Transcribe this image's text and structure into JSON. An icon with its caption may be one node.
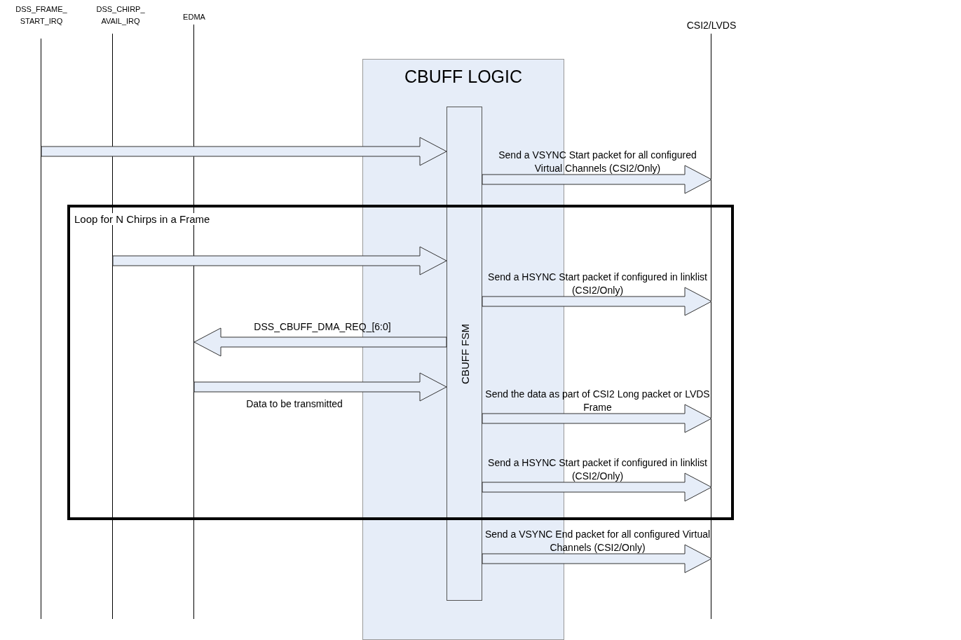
{
  "diagram": {
    "nodes": [
      {
        "text": [
          "DSS_FRAME_ START_IRQ"
        ]
      },
      {
        "text": [
          "DSS_CHIRP_ AVAIL_IRQ"
        ]
      },
      {
        "text": [
          "EDMA"
        ]
      },
      {
        "text": [
          "CBUFF LOGIC"
        ]
      },
      {
        "text": [
          "CBUFF FSM"
        ],
        "in": 3
      },
      {
        "text": [
          "CSI2/LVDS"
        ]
      },
      {
        "text": [
          "Loop for N Chirps in a Frame"
        ]
      }
    ],
    "edges": [
      {
        "from": 0,
        "to": 4,
        "arrow": "to"
      },
      {
        "from": 4,
        "to": 5,
        "arrow": "to",
        "label": "Send a VSYNC Start packet for all configured Virtual Channels (CSI2/Only)"
      },
      {
        "from": 1,
        "to": 4,
        "arrow": "to"
      },
      {
        "from": 4,
        "to": 5,
        "arrow": "to",
        "label": "Send a HSYNC Start packet if configured in linklist (CSI2/Only)"
      },
      {
        "from": 4,
        "to": 2,
        "arrow": "to",
        "label": "DSS_CBUFF_DMA_REQ_[6:0]"
      },
      {
        "from": 2,
        "to": 4,
        "arrow": "to",
        "label": "Data to be transmitted"
      },
      {
        "from": 4,
        "to": 5,
        "arrow": "to",
        "label": "Send the data as part of CSI2 Long packet or LVDS Frame"
      },
      {
        "from": 4,
        "to": 5,
        "arrow": "to",
        "label": "Send a HSYNC Start packet if configured in linklist (CSI2/Only)"
      },
      {
        "from": 4,
        "to": 5,
        "arrow": "to",
        "label": "Send a VSYNC End packet for all configured Virtual Channels (CSI2/Only)"
      }
    ]
  }
}
